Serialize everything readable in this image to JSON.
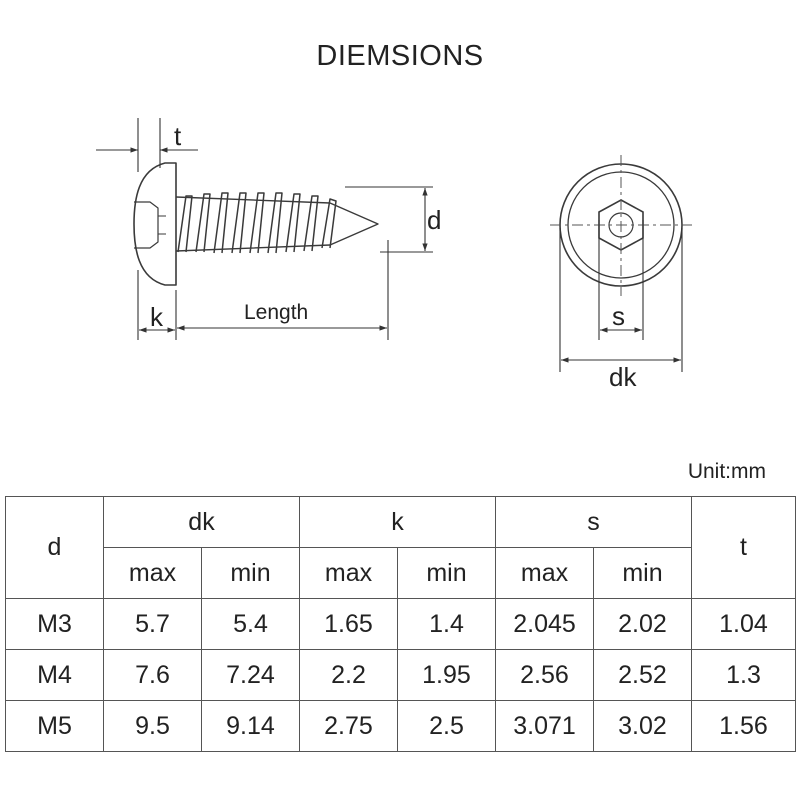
{
  "title": "DIEMSIONS",
  "side_view": {
    "label_t": "t",
    "label_d": "d",
    "label_k": "k",
    "label_length": "Length"
  },
  "end_view": {
    "label_s": "s",
    "label_dk": "dk"
  },
  "unit_label": "Unit:mm",
  "table": {
    "col_d": "d",
    "col_t": "t",
    "groups": [
      "dk",
      "k",
      "s"
    ],
    "sub": [
      "max",
      "min",
      "max",
      "min",
      "max",
      "min"
    ],
    "rows": [
      {
        "d": "M3",
        "vals": [
          "5.7",
          "5.4",
          "1.65",
          "1.4",
          "2.045",
          "2.02"
        ],
        "t": "1.04"
      },
      {
        "d": "M4",
        "vals": [
          "7.6",
          "7.24",
          "2.2",
          "1.95",
          "2.56",
          "2.52"
        ],
        "t": "1.3"
      },
      {
        "d": "M5",
        "vals": [
          "9.5",
          "9.14",
          "2.75",
          "2.5",
          "3.071",
          "3.02"
        ],
        "t": "1.56"
      }
    ]
  }
}
